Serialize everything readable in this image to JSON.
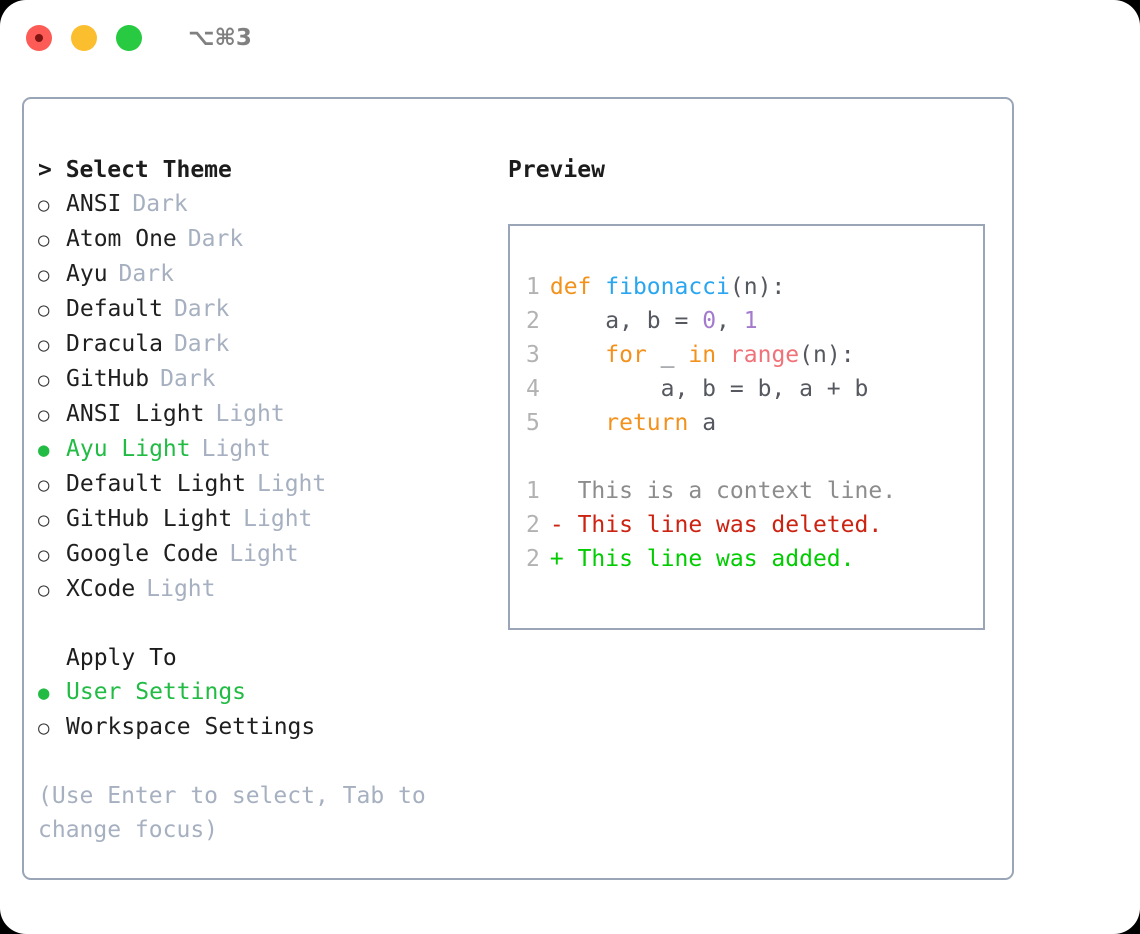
{
  "window": {
    "traffic_lights": [
      "close",
      "minimize",
      "maximize"
    ],
    "shortcut": "⌥⌘3"
  },
  "theme_picker": {
    "heading": "> Select Theme",
    "items": [
      {
        "marker": "○",
        "label": "ANSI",
        "badge": "Dark",
        "selected": false
      },
      {
        "marker": "○",
        "label": "Atom One",
        "badge": "Dark",
        "selected": false
      },
      {
        "marker": "○",
        "label": "Ayu",
        "badge": "Dark",
        "selected": false
      },
      {
        "marker": "○",
        "label": "Default",
        "badge": "Dark",
        "selected": false
      },
      {
        "marker": "○",
        "label": "Dracula",
        "badge": "Dark",
        "selected": false
      },
      {
        "marker": "○",
        "label": "GitHub",
        "badge": "Dark",
        "selected": false
      },
      {
        "marker": "○",
        "label": "ANSI Light",
        "badge": "Light",
        "selected": false
      },
      {
        "marker": "●",
        "label": "Ayu Light",
        "badge": "Light",
        "selected": true
      },
      {
        "marker": "○",
        "label": "Default Light",
        "badge": "Light",
        "selected": false
      },
      {
        "marker": "○",
        "label": "GitHub Light",
        "badge": "Light",
        "selected": false
      },
      {
        "marker": "○",
        "label": "Google Code",
        "badge": "Light",
        "selected": false
      },
      {
        "marker": "○",
        "label": "XCode",
        "badge": "Light",
        "selected": false
      }
    ]
  },
  "apply_to": {
    "heading": "Apply To",
    "items": [
      {
        "marker": "●",
        "label": "User Settings",
        "selected": true
      },
      {
        "marker": "○",
        "label": "Workspace Settings",
        "selected": false
      }
    ]
  },
  "hint": "(Use Enter to select, Tab to change focus)",
  "preview": {
    "title": "Preview",
    "code_lines": [
      {
        "num": "1",
        "tokens": [
          {
            "t": "def ",
            "c": "kw"
          },
          {
            "t": "fibonacci",
            "c": "fn"
          },
          {
            "t": "(n):",
            "c": "pl"
          }
        ]
      },
      {
        "num": "2",
        "tokens": [
          {
            "t": "    a, b = ",
            "c": "pl"
          },
          {
            "t": "0",
            "c": "num"
          },
          {
            "t": ", ",
            "c": "pl"
          },
          {
            "t": "1",
            "c": "num"
          }
        ]
      },
      {
        "num": "3",
        "tokens": [
          {
            "t": "    ",
            "c": "pl"
          },
          {
            "t": "for",
            "c": "kw"
          },
          {
            "t": " _ ",
            "c": "pl"
          },
          {
            "t": "in",
            "c": "kw"
          },
          {
            "t": " ",
            "c": "pl"
          },
          {
            "t": "range",
            "c": "bi"
          },
          {
            "t": "(n):",
            "c": "pl"
          }
        ]
      },
      {
        "num": "4",
        "tokens": [
          {
            "t": "        a, b = b, a + b",
            "c": "pl"
          }
        ]
      },
      {
        "num": "5",
        "tokens": [
          {
            "t": "    ",
            "c": "pl"
          },
          {
            "t": "return",
            "c": "kw"
          },
          {
            "t": " a",
            "c": "pl"
          }
        ]
      }
    ],
    "diff_lines": [
      {
        "num": "1",
        "prefix": "  ",
        "text": "This is a context line.",
        "kind": "ctx"
      },
      {
        "num": "2",
        "prefix": "- ",
        "text": "This line was deleted.",
        "kind": "del"
      },
      {
        "num": "2",
        "prefix": "+ ",
        "text": "This line was added.",
        "kind": "add"
      }
    ]
  },
  "colors": {
    "accent_selected": "#22bb44",
    "keyword": "#f2921d",
    "function": "#2aa6f0",
    "number": "#a37acc",
    "builtin": "#f07178",
    "diff_deleted": "#cc2211",
    "diff_added": "#00cc00",
    "muted": "#a6b0c0",
    "border": "#9aa5b8"
  }
}
